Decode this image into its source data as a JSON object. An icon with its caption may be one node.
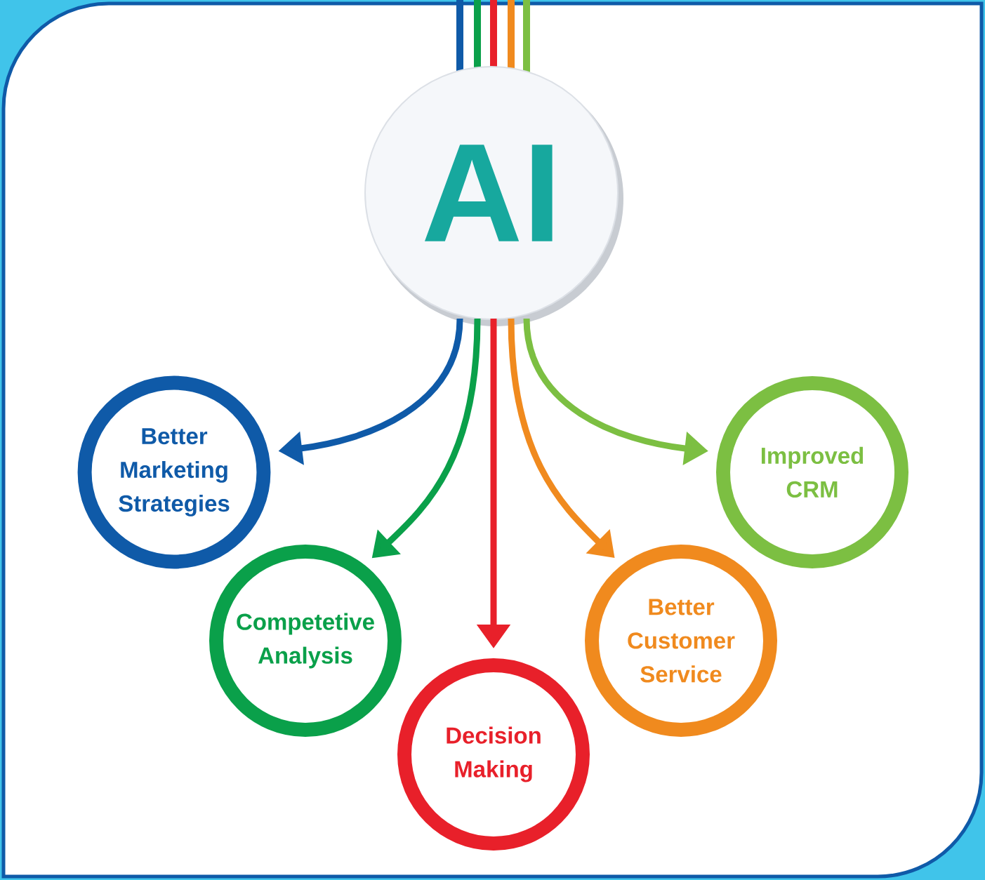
{
  "diagram": {
    "nodes": [
      {
        "text": [
          "AI"
        ]
      },
      {
        "text": [
          "Better Marketing Strategies"
        ]
      },
      {
        "text": [
          "Competetive Analysis"
        ]
      },
      {
        "text": [
          "Decision Making"
        ]
      },
      {
        "text": [
          "Better Customer Service"
        ]
      },
      {
        "text": [
          "Improved CRM"
        ]
      }
    ],
    "edges": [
      {
        "from": 0,
        "to": 1,
        "arrow": "to",
        "color": "#0f5aa8"
      },
      {
        "from": 0,
        "to": 2,
        "arrow": "to",
        "color": "#0aa04a"
      },
      {
        "from": 0,
        "to": 3,
        "arrow": "to",
        "color": "#e8202a"
      },
      {
        "from": 0,
        "to": 4,
        "arrow": "to",
        "color": "#f08a1e"
      },
      {
        "from": 0,
        "to": 5,
        "arrow": "to",
        "color": "#7cbf42"
      }
    ]
  }
}
